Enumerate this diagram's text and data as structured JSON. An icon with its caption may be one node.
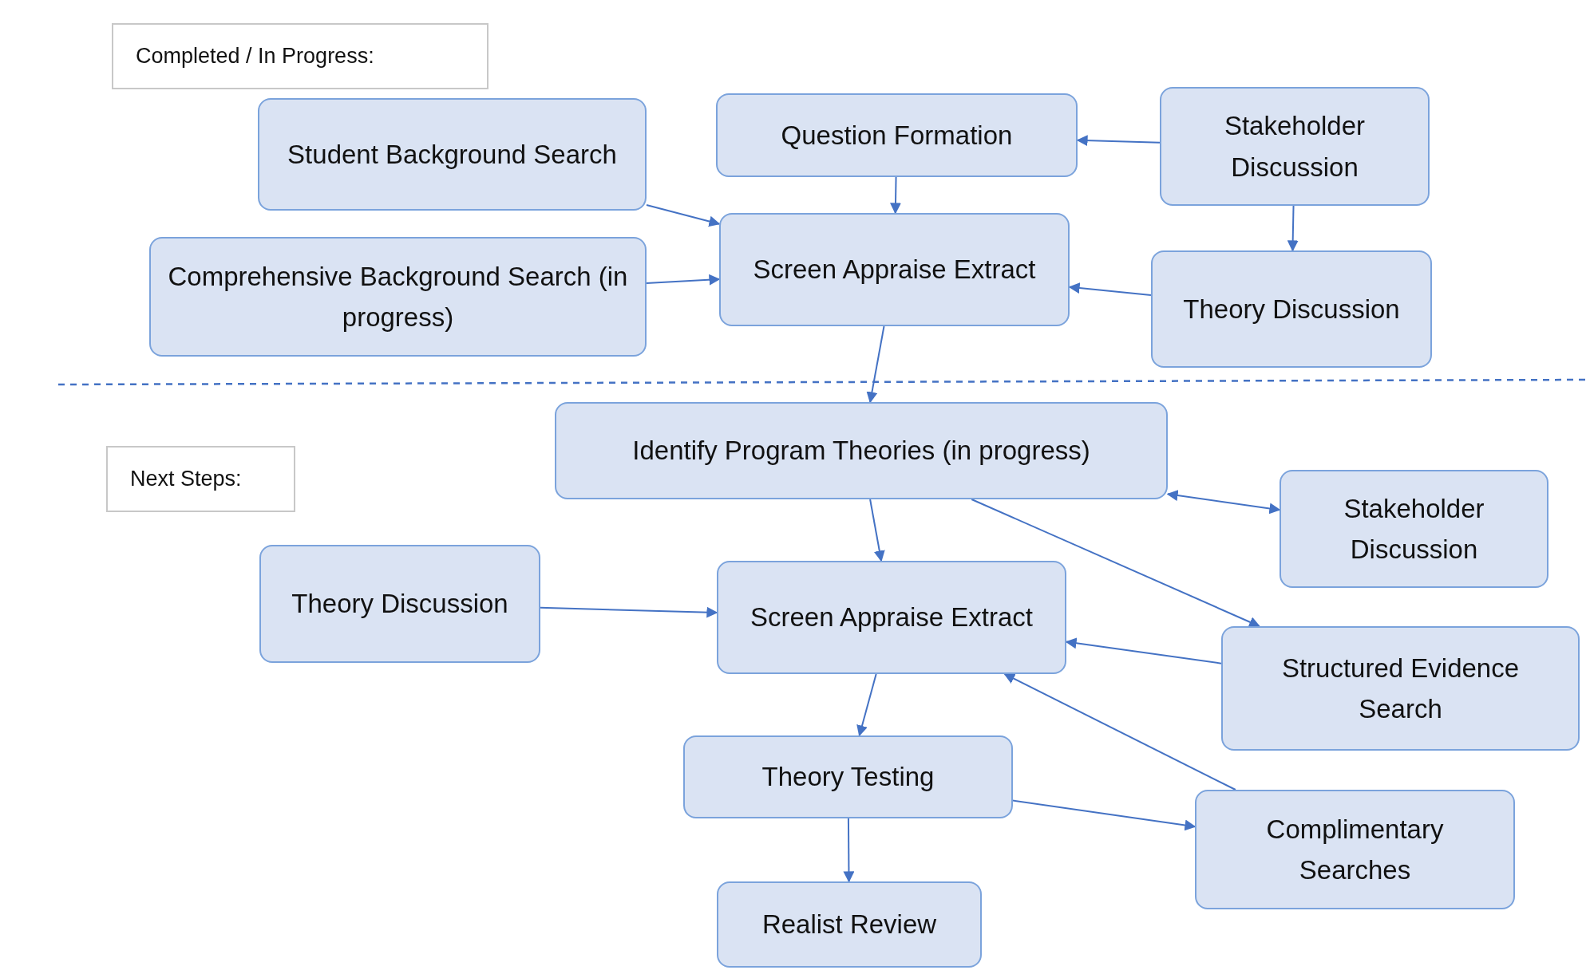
{
  "diagram": {
    "nodes": [
      {
        "text": [
          "Completed / In Progress:"
        ]
      },
      {
        "text": [
          "Student Background Search"
        ]
      },
      {
        "text": [
          "Question Formation"
        ]
      },
      {
        "text": [
          "Stakeholder Discussion"
        ]
      },
      {
        "text": [
          "Comprehensive Background Search (in progress)"
        ]
      },
      {
        "text": [
          "Screen Appraise Extract"
        ]
      },
      {
        "text": [
          "Theory Discussion"
        ]
      },
      {
        "text": [
          "Next Steps:"
        ]
      },
      {
        "text": [
          "Identify Program Theories (in progress)"
        ]
      },
      {
        "text": [
          "Stakeholder Discussion"
        ]
      },
      {
        "text": [
          "Theory Discussion"
        ]
      },
      {
        "text": [
          "Screen Appraise Extract"
        ]
      },
      {
        "text": [
          "Structured Evidence Search"
        ]
      },
      {
        "text": [
          "Theory Testing"
        ]
      },
      {
        "text": [
          "Complimentary Searches"
        ]
      },
      {
        "text": [
          "Realist Review"
        ]
      }
    ],
    "edges": [
      {
        "from": 1,
        "to": 5,
        "arrow": "to"
      },
      {
        "from": 4,
        "to": 5,
        "arrow": "to"
      },
      {
        "from": 3,
        "to": 2,
        "arrow": "to"
      },
      {
        "from": 2,
        "to": 5,
        "arrow": "to"
      },
      {
        "from": 3,
        "to": 6,
        "arrow": "to"
      },
      {
        "from": 6,
        "to": 5,
        "arrow": "to"
      },
      {
        "from": 5,
        "to": 8,
        "arrow": "to"
      },
      {
        "from": 8,
        "to": 9,
        "arrow": "both"
      },
      {
        "from": 8,
        "to": 11,
        "arrow": "to"
      },
      {
        "from": 8,
        "to": 12,
        "arrow": "to"
      },
      {
        "from": 10,
        "to": 11,
        "arrow": "to"
      },
      {
        "from": 12,
        "to": 11,
        "arrow": "to"
      },
      {
        "from": 14,
        "to": 11,
        "arrow": "to"
      },
      {
        "from": 11,
        "to": 13,
        "arrow": "to"
      },
      {
        "from": 13,
        "to": 14,
        "arrow": "to"
      },
      {
        "from": 13,
        "to": 15,
        "arrow": "to"
      }
    ]
  }
}
